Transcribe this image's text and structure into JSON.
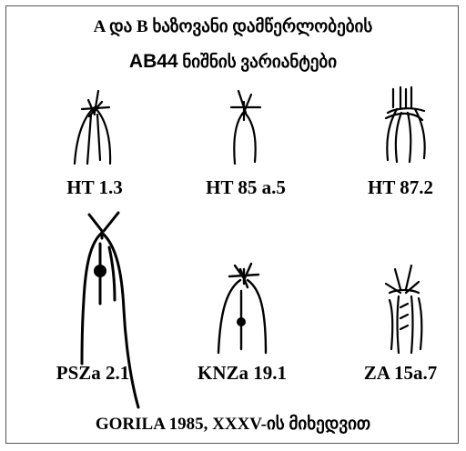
{
  "header": {
    "line1": "A და B ხაზოვანი დამწერლობების",
    "line2_code": "AB44",
    "line2_rest": " ნიშნის ვარიანტები"
  },
  "signs": [
    {
      "label": "HT 1.3",
      "icon": "ab44-variant-ht-1-3"
    },
    {
      "label": "HT 85 a.5",
      "icon": "ab44-variant-ht-85a5"
    },
    {
      "label": "HT 87.2",
      "icon": "ab44-variant-ht-87-2"
    },
    {
      "label": "PSZa 2.1",
      "icon": "ab44-variant-psza-2-1"
    },
    {
      "label": "KNZa 19.1",
      "icon": "ab44-variant-knza-19-1"
    },
    {
      "label": "ZA 15a.7",
      "icon": "ab44-variant-za-15a7"
    }
  ],
  "footer": {
    "source": "GORILA 1985, XXXV-ის მიხედვით"
  }
}
